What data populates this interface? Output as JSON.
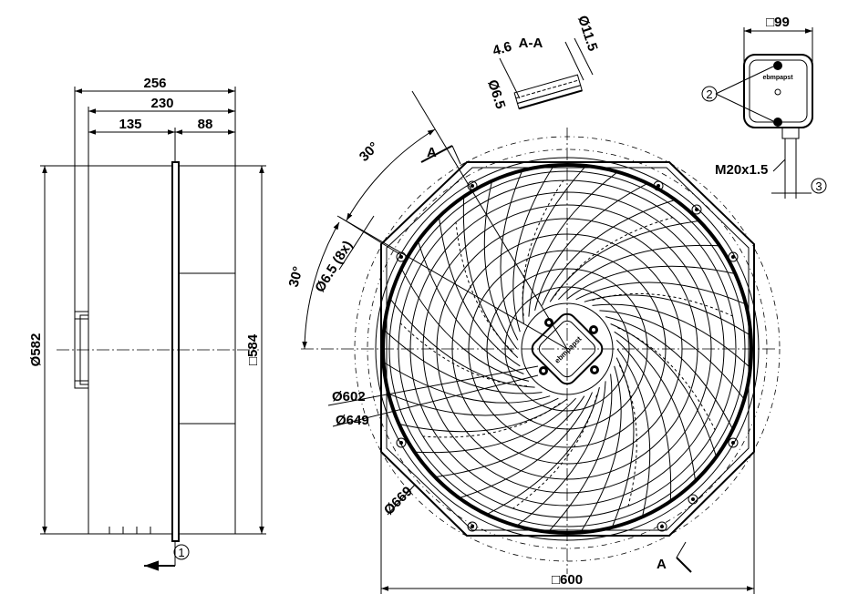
{
  "side_view": {
    "dim_overall_length": "256",
    "dim_length_2": "230",
    "dim_segment_1": "135",
    "dim_segment_2": "88",
    "dim_diameter": "Ø582",
    "dim_square": "□584",
    "callout_airflow": "1"
  },
  "front_view": {
    "angle_top": "30°",
    "angle_left": "30°",
    "section_mark": "A",
    "hole_callout": "Ø6.5 (8x)",
    "dia_inner": "Ø602",
    "dia_mid": "Ø649",
    "dia_outer": "Ø669",
    "width": "□600",
    "hub_brand": "ebmpapst"
  },
  "section_view": {
    "title": "A-A",
    "dim_4_6": "4.6",
    "dim_11_5": "Ø11.5",
    "dim_6_5": "Ø6.5"
  },
  "terminal_box": {
    "width": "□99",
    "brand": "ebmpapst",
    "callout_screws": "2",
    "cable_gland": "M20x1.5",
    "callout_gland": "3"
  }
}
